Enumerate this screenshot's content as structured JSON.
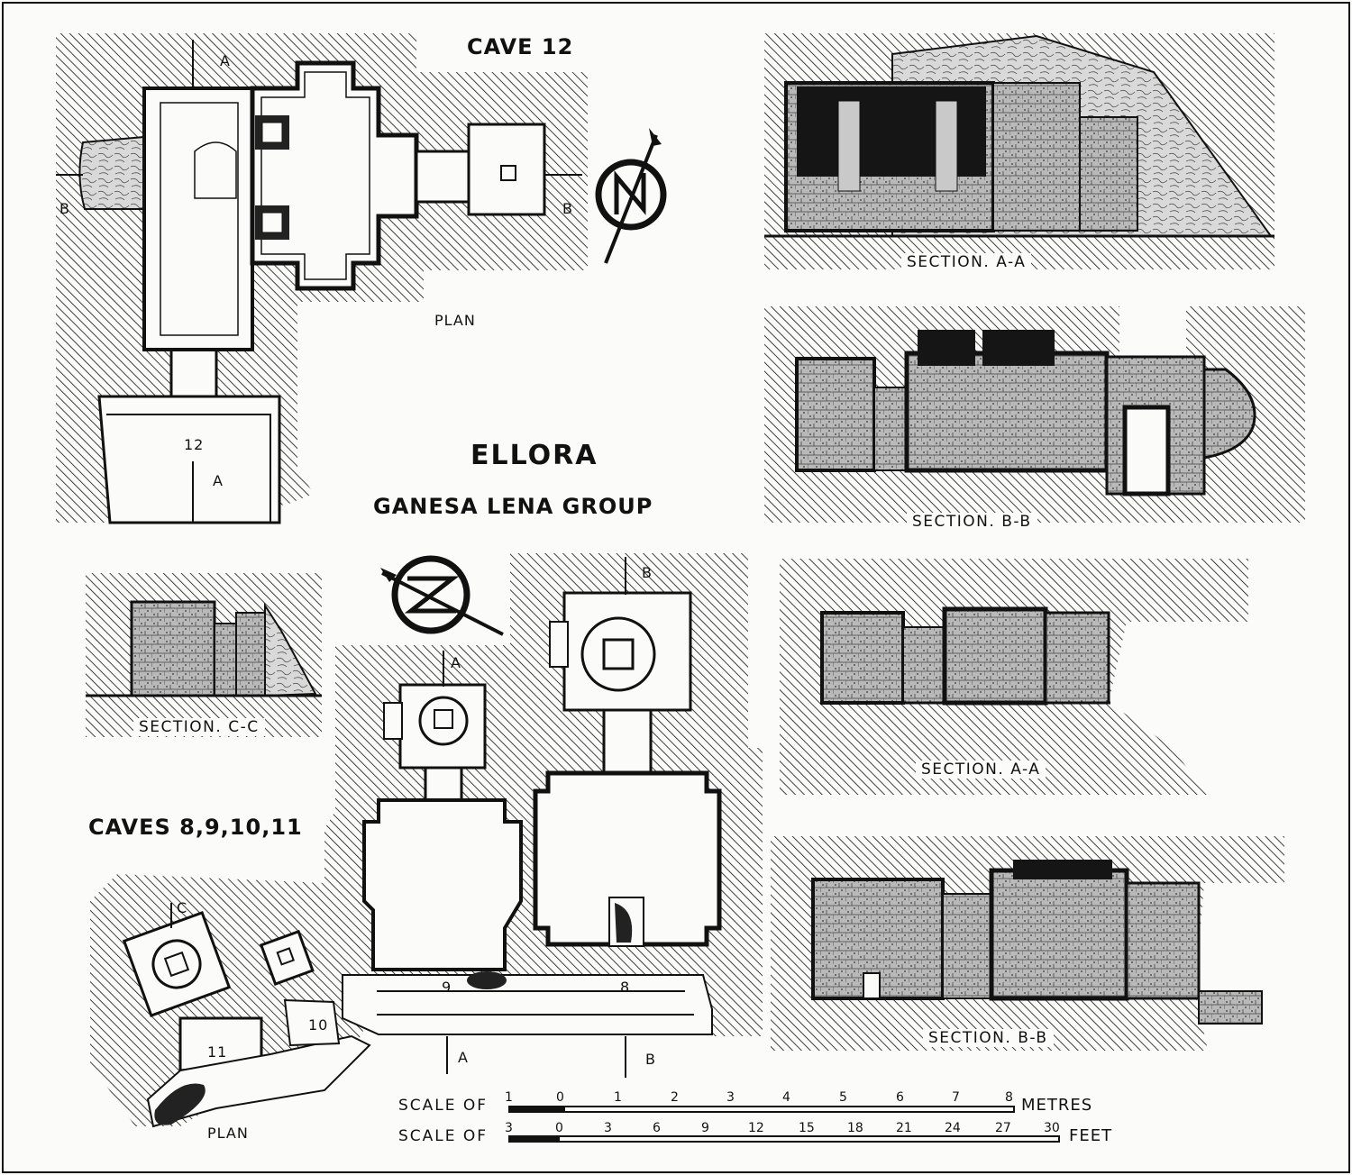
{
  "title": "ELLORA",
  "subtitle": "GANESA LENA GROUP",
  "cave12": {
    "heading": "CAVE 12",
    "plan_label": "PLAN",
    "cave_number": "12",
    "section_marks": {
      "a_top": "A",
      "a_bottom": "A",
      "b_left": "B",
      "b_right": "B"
    }
  },
  "sections_top": {
    "aa": "SECTION. A-A",
    "bb": "SECTION. B-B"
  },
  "caves_group": {
    "heading": "CAVES 8,9,10,11",
    "plan_label": "PLAN",
    "section_cc": "SECTION. C-C",
    "section_aa": "SECTION. A-A",
    "section_bb": "SECTION. B-B",
    "cave_numbers": [
      "8",
      "9",
      "10",
      "11"
    ],
    "section_marks": {
      "a_top": "A",
      "a_bottom": "A",
      "b_top": "B",
      "b_bottom": "B",
      "c": "C"
    }
  },
  "scale_metres": {
    "prefix": "SCALE OF",
    "ticks": [
      "1",
      "0",
      "1",
      "2",
      "3",
      "4",
      "5",
      "6",
      "7",
      "8"
    ],
    "unit": "METRES"
  },
  "scale_feet": {
    "prefix": "SCALE OF",
    "ticks": [
      "3",
      "0",
      "3",
      "6",
      "9",
      "12",
      "15",
      "18",
      "21",
      "24",
      "27",
      "30"
    ],
    "unit": "FEET"
  },
  "north_icon": "north-arrow-icon",
  "colors": {
    "ink": "#111111",
    "paper": "#fbfbfa",
    "stone": "#b9b9b9"
  }
}
